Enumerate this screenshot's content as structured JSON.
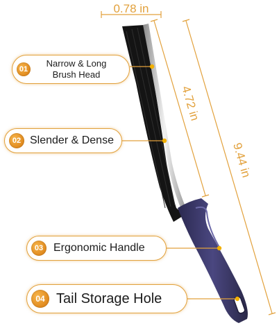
{
  "dimensions": {
    "head_width": "0.78 in",
    "head_length": "4.72 in",
    "total_length": "9.44 in"
  },
  "callouts": [
    {
      "number": "01",
      "lines": [
        "Narrow & Long",
        "Brush Head"
      ]
    },
    {
      "number": "02",
      "text": "Slender & Dense"
    },
    {
      "number": "03",
      "text": "Ergonomic Handle"
    },
    {
      "number": "04",
      "text": "Tail Storage Hole"
    }
  ],
  "colors": {
    "accent": "#e2a13c",
    "badge": "#e8901f",
    "bristles": "#111111",
    "handle": "#3d3a6a",
    "metal": "#c8c8c8"
  }
}
